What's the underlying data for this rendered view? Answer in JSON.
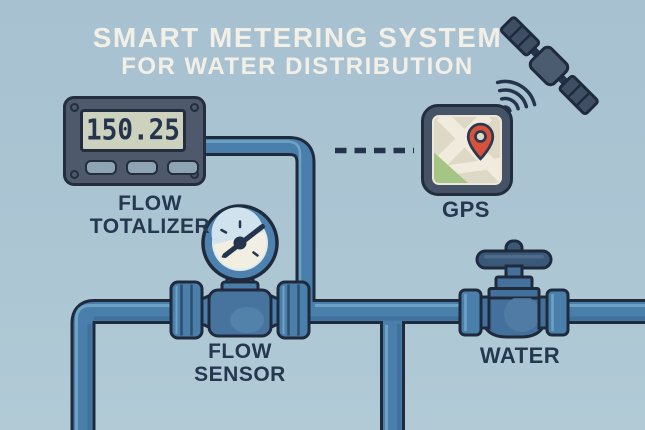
{
  "title": {
    "line1": "SMART METERING SYSTEM",
    "line2": "FOR WATER DISTRIBUTION"
  },
  "totalizer": {
    "display_value": "150.25",
    "label_line1": "FLOW",
    "label_line2": "TOTALIZER",
    "button_count": 3
  },
  "flow_sensor": {
    "label_line1": "FLOW",
    "label_line2": "SENSOR"
  },
  "gps": {
    "label": "GPS"
  },
  "water": {
    "label": "WATER"
  },
  "icons": [
    "satellite-icon",
    "signal-waves-icon",
    "gps-map-icon",
    "map-pin-icon",
    "pressure-gauge-icon",
    "valve-icon",
    "lcd-display",
    "pipe-network",
    "dashed-connector"
  ],
  "colors": {
    "background": "#a9c3d2",
    "outline": "#1f2b3c",
    "pipe_blue": "#4a7fab",
    "pipe_highlight": "#6fa3c6",
    "device_slate": "#4e5a6b",
    "lcd_screen": "#ccd2be",
    "gauge_face": "#f0efe2",
    "valve_blue": "#44719c",
    "map_beige": "#ded8c6",
    "map_green": "#a4c584",
    "pin_red": "#d8513d",
    "label_navy": "#263750",
    "title_text": "#f2efe7"
  }
}
